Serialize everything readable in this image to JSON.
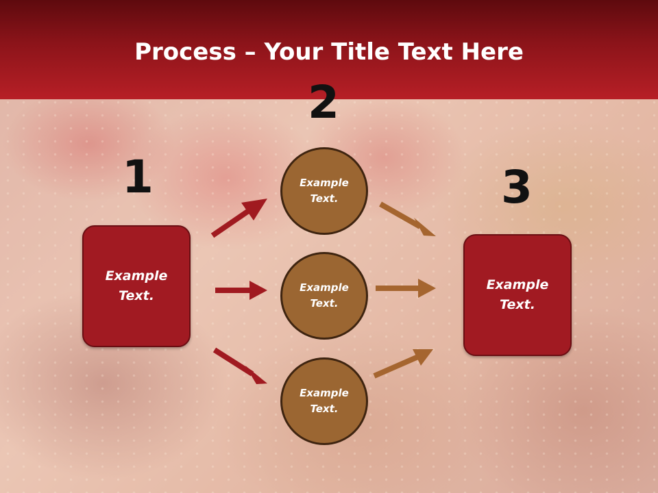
{
  "slide": {
    "title_bold": "Process",
    "title_rest": " – Your Title Text Here"
  },
  "steps": [
    {
      "number": "1",
      "text_line1": "Example",
      "text_line2": "Text."
    },
    {
      "number": "2"
    },
    {
      "number": "3",
      "text_line1": "Example",
      "text_line2": "Text."
    }
  ],
  "circles": [
    {
      "text_line1": "Example",
      "text_line2": "Text."
    },
    {
      "text_line1": "Example",
      "text_line2": "Text."
    },
    {
      "text_line1": "Example",
      "text_line2": "Text."
    }
  ],
  "colors": {
    "title_bar": "#b71f26",
    "box_fill": "#a11a22",
    "circle_fill": "#9b6632",
    "arrow_left": "#a01a20",
    "arrow_right": "#a5652f"
  }
}
